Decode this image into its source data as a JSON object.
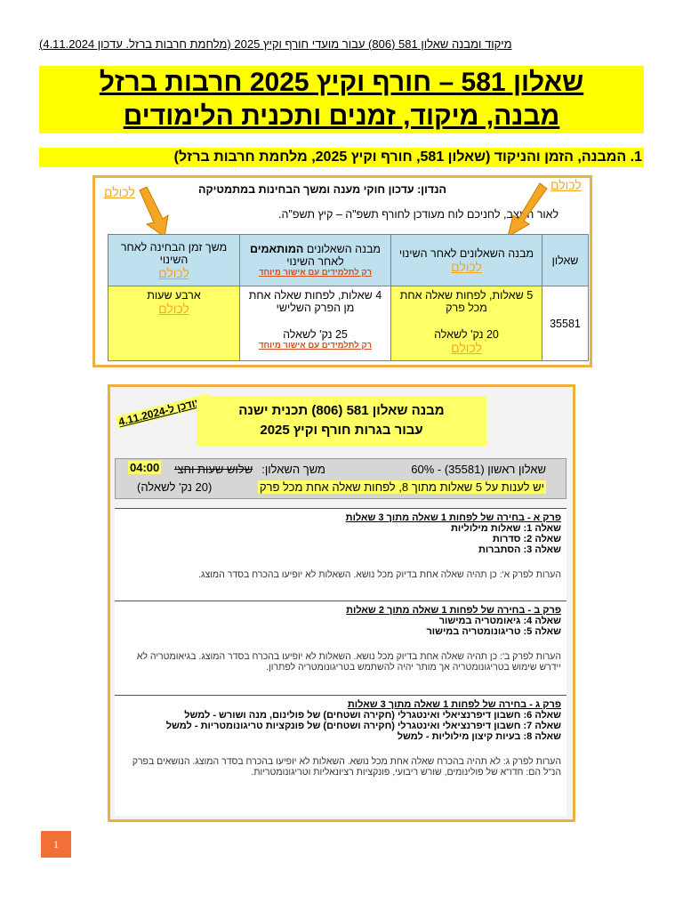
{
  "header": {
    "line": "מיקוד ומבנה שאלון 581 (806) עבור מועדי חורף וקיץ 2025 (מלחמת חרבות ברזל. עדכון 4.11.2024)"
  },
  "title": {
    "line1": "שאלון 581 – חורף וקיץ 2025 חרבות ברזל",
    "line2": "מבנה, מיקוד, זמנים ותכנית הלימודים"
  },
  "section1": {
    "heading": "1. המבנה, הזמן והניקוד (שאלון 581, חורף וקיץ 2025, מלחמת חרבות ברזל)"
  },
  "panel1": {
    "subject": "הנדון: עדכון חוקי מענה ומשך הבחינות במתמטיקה",
    "intro": "לאור המצב, לחניכם לוח מעודכן לחורף תשפ\"ה – קיץ תשפ\"ה.",
    "for_all": "לכולם",
    "headers": {
      "exam": "שאלון",
      "structure_after": "מבנה השאלונים לאחר השינוי",
      "structure_adapted_bold": "המותאמים",
      "structure_adapted_pre": "מבנה השאלונים",
      "structure_adapted_post": "לאחר השינוי",
      "duration": "משך זמן הבחינה לאחר השינוי"
    },
    "special_note": "רק לתלמידים עם אישור מיוחד",
    "row": {
      "exam": "35581",
      "structure_after": "5 שאלות, לפחות שאלה אחת מכל פרק",
      "points_after": "20 נק' לשאלה",
      "structure_adapted": "4 שאלות, לפחות שאלה אחת מן הפרק השלישי",
      "points_adapted": "25 נק' לשאלה",
      "duration": "ארבע שעות"
    },
    "colors": {
      "border": "#f0b040",
      "header_bg": "#bfe0ee",
      "highlight": "#ffff66",
      "link": "#f5a623"
    }
  },
  "panel2": {
    "updated_stamp": "מעודכן ל-4.11.2024",
    "title_line1": "מבנה שאלון 581 (806) תכנית ישנה",
    "title_line2": "עבור בגרות חורף וקיץ 2025",
    "info": {
      "exam_name": "שאלון ראשון (35581) - 60%",
      "duration_label": "משך השאלון:",
      "duration_old": "שלוש שעות וחצי",
      "duration_new": "04:00",
      "answer_rule": "יש לענות על 5 שאלות מתוך 8, לפחות שאלה אחת מכל פרק",
      "points": "(20 נק' לשאלה)"
    },
    "parts": [
      {
        "title": "פרק א - בחירה של לפחות 1 שאלה מתוך 3 שאלות",
        "questions": [
          "שאלה 1: שאלות מילוליות",
          "שאלה 2: סדרות",
          "שאלה 3: הסתברות"
        ],
        "note": "הערות לפרק א': כן תהיה שאלה אחת בדיוק מכל נושא. השאלות לא יופיעו בהכרח בסדר המוצג."
      },
      {
        "title": "פרק ב - בחירה של לפחות 1 שאלה מתוך 2 שאלות",
        "questions": [
          "שאלה 4: גיאומטריה במישור",
          "שאלה 5: טריגונומטריה במישור"
        ],
        "note": "הערות לפרק ב': כן תהיה שאלה אחת בדיוק מכל נושא. השאלות לא יופיעו בהכרח בסדר המוצג. בגיאומטריה לא יידרש שימוש בטריגונומטריה אך מותר יהיה להשתמש בטריגונומטריה לפתרון."
      },
      {
        "title": "פרק ג - בחירה של לפחות 1 שאלה מתוך 3 שאלות",
        "questions": [
          "שאלה 6: חשבון דיפרנציאלי ואינטגרלי (חקירה ושטחים) של פולינום, מנה ושורש - למשל",
          "שאלה 7: חשבון דיפרנציאלי ואינטגרלי (חקירה ושטחים) של פונקציות טריגונומטריות - למשל",
          "שאלה 8: בעיות קיצון מילוליות - למשל"
        ],
        "note": "הערות לפרק ג: לא תהיה בהכרח שאלה אחת מכל נושא. השאלות לא יופיעו בהכרח בסדר המוצג. הנושאים בפרק הנ\"ל הם: חדו\"א של פולינומים, שורש ריבועי, פונקציות רציונאליות וטריגונומטריות."
      }
    ]
  },
  "footer": {
    "page_number": "1"
  }
}
